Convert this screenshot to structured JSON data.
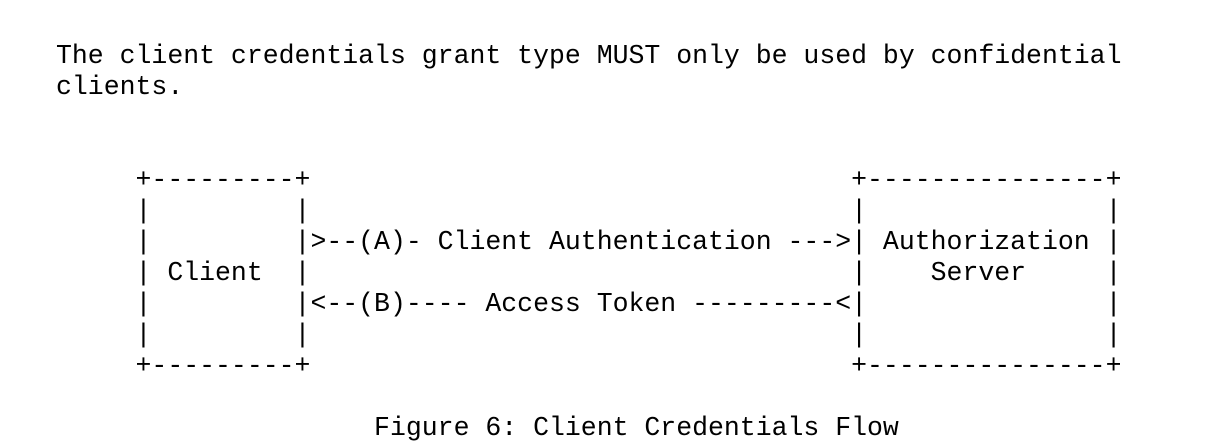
{
  "paragraph": {
    "lines": [
      "The client credentials grant type MUST only be used by confidential",
      "clients."
    ]
  },
  "figure": {
    "lines": [
      "     +---------+                                  +---------------+",
      "     |         |                                  |               |",
      "     |         |>--(A)- Client Authentication --->| Authorization |",
      "     | Client  |                                  |    Server     |",
      "     |         |<--(B)---- Access Token ---------<|               |",
      "     |         |                                  |               |",
      "     +---------+                                  +---------------+"
    ],
    "caption": "                    Figure 6: Client Credentials Flow"
  }
}
